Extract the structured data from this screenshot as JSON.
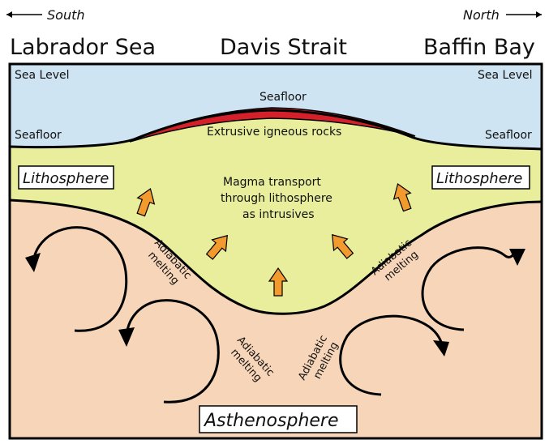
{
  "directions": {
    "left": "South",
    "right": "North"
  },
  "regions": {
    "left": "Labrador Sea",
    "center": "Davis Strait",
    "right": "Baffin Bay"
  },
  "labels": {
    "sea_level_left": "Sea Level",
    "sea_level_right": "Sea Level",
    "seafloor_left": "Seafloor",
    "seafloor_right": "Seafloor",
    "seafloor_top": "Seafloor",
    "extrusive": "Extrusive igneous rocks",
    "lithosphere_left": "Lithosphere",
    "lithosphere_right": "Lithosphere",
    "magma_line1": "Magma transport",
    "magma_line2": "through lithosphere",
    "magma_line3": "as intrusives",
    "adiabatic_word": "Adiabatic",
    "melting_word": "melting",
    "asthenosphere": "Asthenosphere"
  },
  "colors": {
    "ocean": "#cfe4f2",
    "lithosphere": "#e8ee9c",
    "asthenosphere": "#f7d5b8",
    "extrusive_rock": "#d3202a",
    "arrow_fill": "#f29a2e",
    "outline": "#000000"
  }
}
